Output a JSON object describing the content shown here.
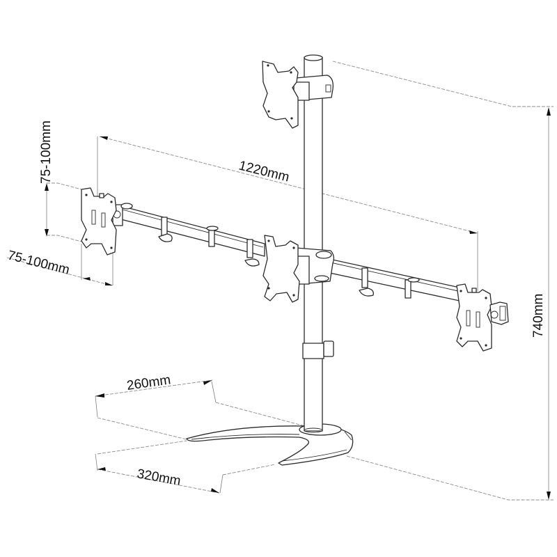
{
  "diagram": {
    "subject": "Triple monitor desk stand with central pole, top VESA mount and two-sided horizontal arm",
    "colors": {
      "background": "#ffffff",
      "line": "#2a2a2a",
      "dimension_line": "#8c8c8c",
      "text": "#111111"
    },
    "dimensions": {
      "vesa_vertical": "75-100mm",
      "vesa_horizontal": "75-100mm",
      "arm_span": "1220mm",
      "total_height": "740mm",
      "base_depth": "260mm",
      "base_width": "320mm"
    },
    "components": [
      {
        "id": "top-vesa-plate",
        "label": "Top VESA mounting plate"
      },
      {
        "id": "left-vesa-plate",
        "label": "Left VESA mounting plate"
      },
      {
        "id": "center-vesa-plate",
        "label": "Center VESA mounting plate"
      },
      {
        "id": "right-vesa-plate",
        "label": "Right VESA mounting plate"
      },
      {
        "id": "pole",
        "label": "Vertical pole"
      },
      {
        "id": "cable-clip",
        "label": "Cable management clip"
      },
      {
        "id": "horizontal-arm",
        "label": "Horizontal arm with cable clips"
      },
      {
        "id": "base",
        "label": "Stand base"
      }
    ]
  }
}
